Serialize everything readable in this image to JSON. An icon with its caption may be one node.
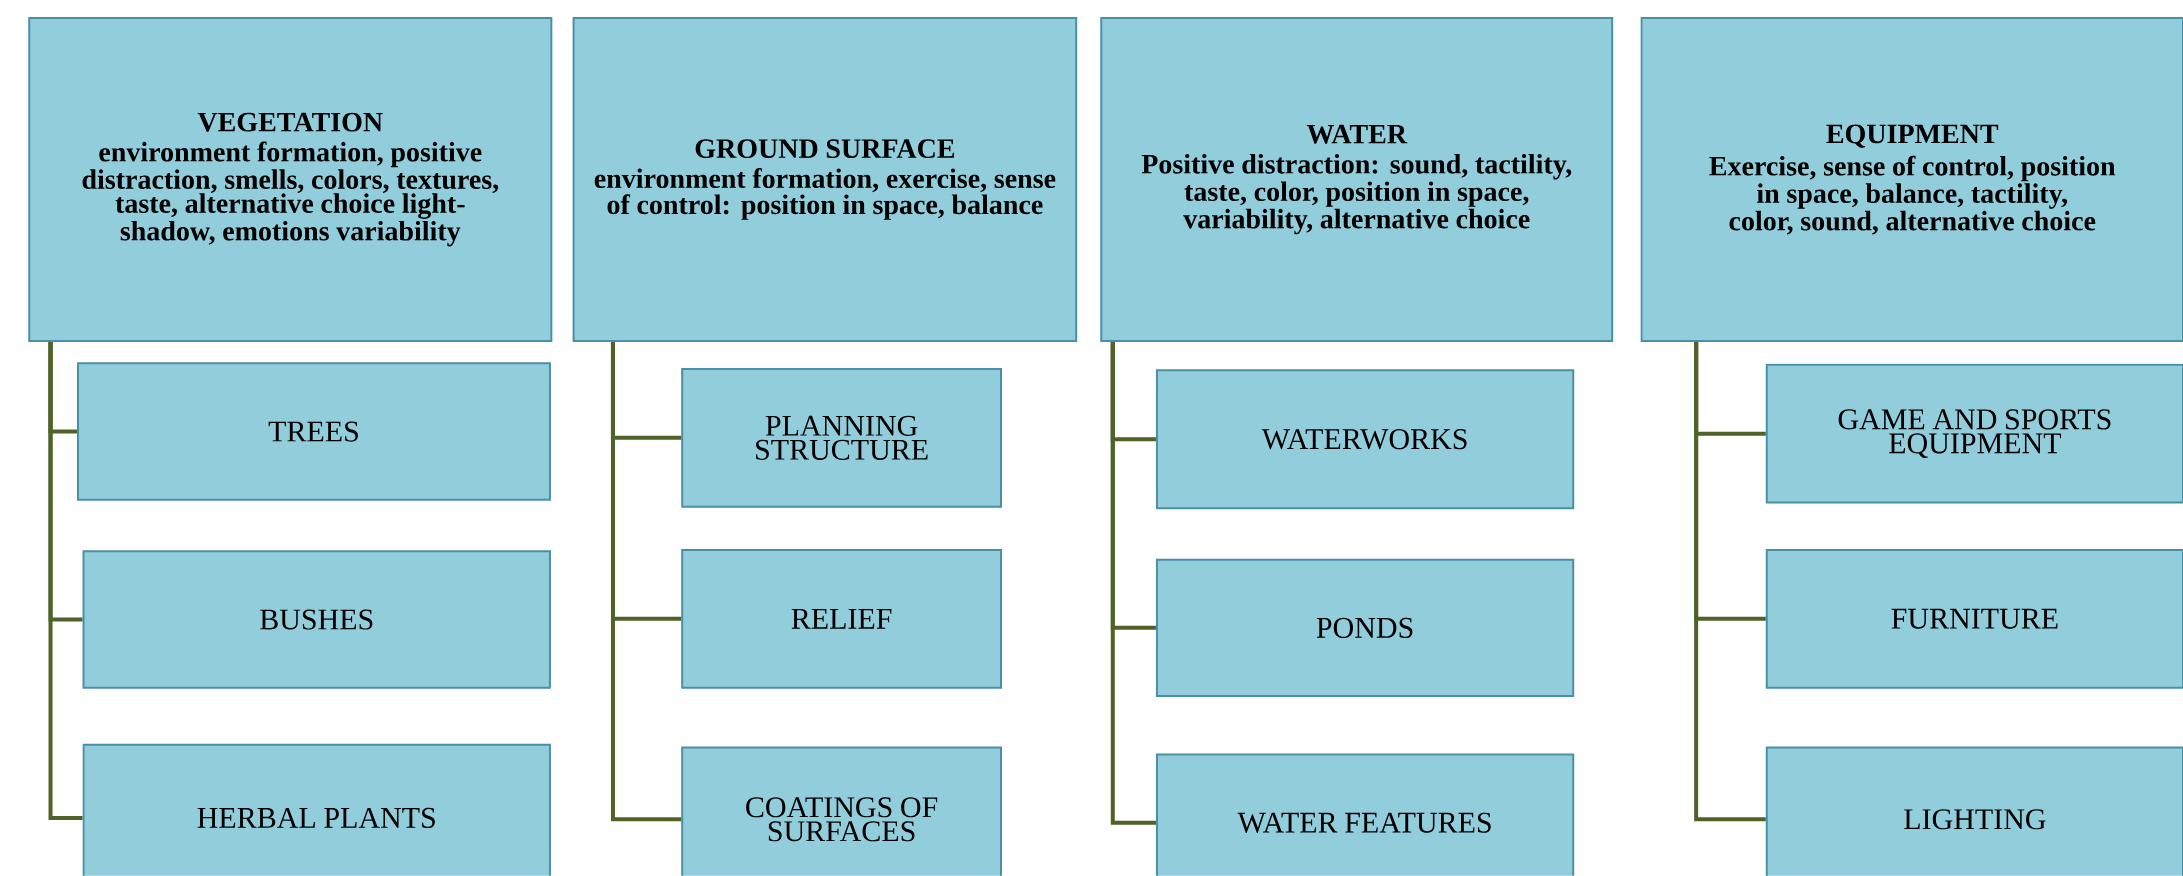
{
  "diagram": {
    "nodes": [
      {
        "text": [
          "VEGETATION",
          "environment formation, positive distraction, smells, colors, textures, taste, alternative choice light-shadow, emotions variability"
        ]
      },
      {
        "text": [
          "TREES"
        ]
      },
      {
        "text": [
          "BUSHES"
        ]
      },
      {
        "text": [
          "HERBAL PLANTS"
        ]
      },
      {
        "text": [
          "GROUND SURFACE",
          "environment formation, exercise, sense of control: position in space, balance"
        ]
      },
      {
        "text": [
          "PLANNING STRUCTURE"
        ]
      },
      {
        "text": [
          "RELIEF"
        ]
      },
      {
        "text": [
          "COATINGS OF SURFACES"
        ]
      },
      {
        "text": [
          "WATER",
          "Positive distraction: sound, tactility, taste, color, position in space, variability, alternative choice"
        ]
      },
      {
        "text": [
          "WATERWORKS"
        ]
      },
      {
        "text": [
          "PONDS"
        ]
      },
      {
        "text": [
          "WATER FEATURES"
        ]
      },
      {
        "text": [
          "EQUIPMENT",
          "Exercise, sense of control, position in space, balance, tactility, color, sound, alternative choice"
        ]
      },
      {
        "text": [
          "GAME AND SPORTS EQUIPMENT"
        ]
      },
      {
        "text": [
          "FURNITURE"
        ]
      },
      {
        "text": [
          "LIGHTING"
        ]
      }
    ],
    "edges": [
      {
        "from": 0,
        "to": 1,
        "arrow": "none"
      },
      {
        "from": 0,
        "to": 2,
        "arrow": "none"
      },
      {
        "from": 0,
        "to": 3,
        "arrow": "none"
      },
      {
        "from": 4,
        "to": 5,
        "arrow": "none"
      },
      {
        "from": 4,
        "to": 6,
        "arrow": "none"
      },
      {
        "from": 4,
        "to": 7,
        "arrow": "none"
      },
      {
        "from": 8,
        "to": 9,
        "arrow": "none"
      },
      {
        "from": 8,
        "to": 10,
        "arrow": "none"
      },
      {
        "from": 8,
        "to": 11,
        "arrow": "none"
      },
      {
        "from": 12,
        "to": 13,
        "arrow": "none"
      },
      {
        "from": 12,
        "to": 14,
        "arrow": "none"
      },
      {
        "from": 12,
        "to": 15,
        "arrow": "none"
      }
    ]
  }
}
